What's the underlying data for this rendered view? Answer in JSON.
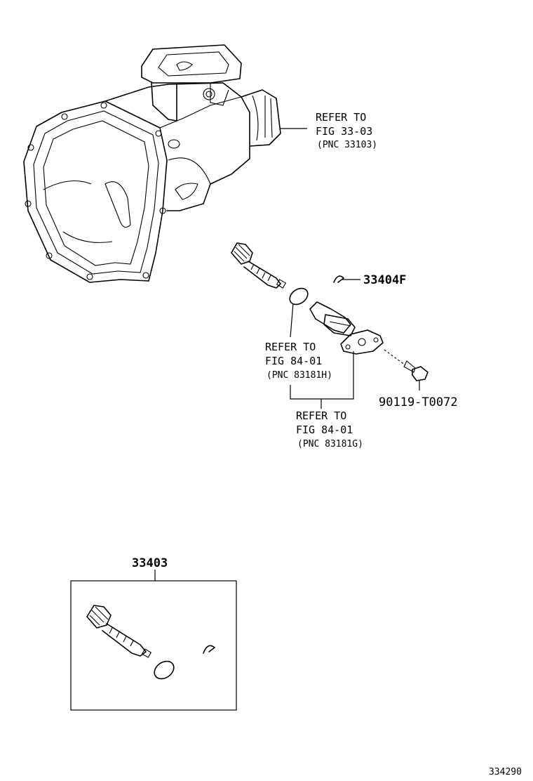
{
  "callouts": {
    "refer_case": {
      "line1": "REFER TO",
      "line2": "FIG 33-03",
      "line3": "(PNC 33103)"
    },
    "part_33404f": "33404F",
    "refer_oring": {
      "line1": "REFER TO",
      "line2": "FIG 84-01",
      "line3": "(PNC 83181H)"
    },
    "part_bolt": "90119-T0072",
    "refer_sleeve": {
      "line1": "REFER TO",
      "line2": "FIG 84-01",
      "line3": "(PNC 83181G)"
    },
    "kit_number": "33403"
  },
  "figure_id": "334290"
}
